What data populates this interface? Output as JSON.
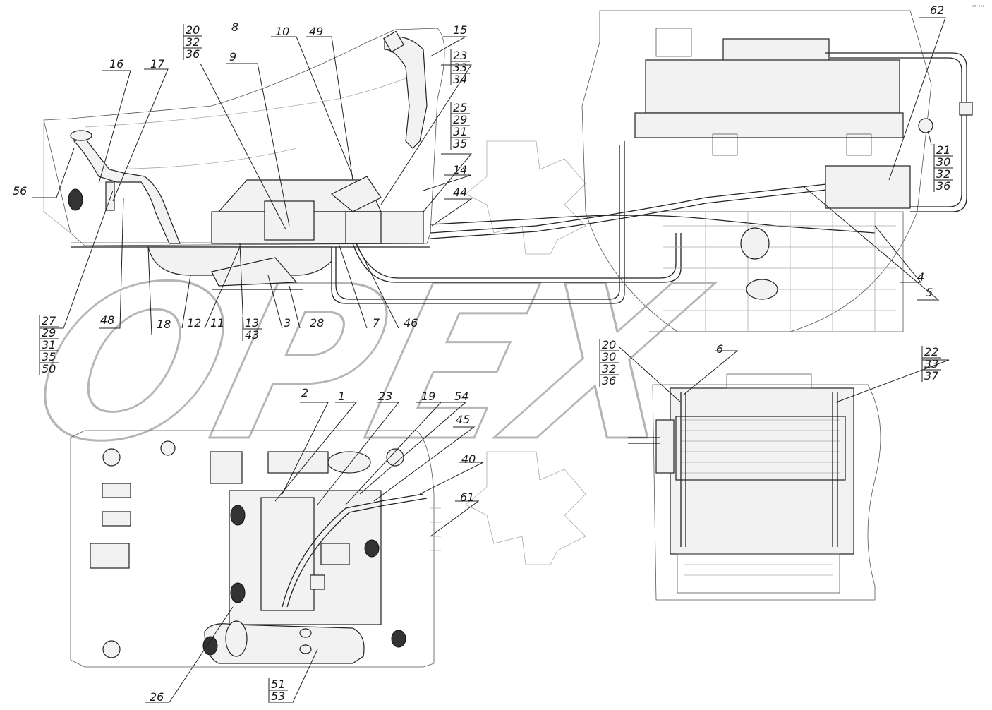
{
  "corner_mark": "ᵒᴼ ᵒᵒᵒ",
  "watermark": "OPEX",
  "callouts": [
    {
      "id": "c-16",
      "lines": [
        "16"
      ]
    },
    {
      "id": "c-17",
      "lines": [
        "17"
      ]
    },
    {
      "id": "c-20-32-36",
      "lines": [
        "20",
        "32",
        "36"
      ]
    },
    {
      "id": "c-8",
      "lines": [
        "8"
      ]
    },
    {
      "id": "c-9",
      "lines": [
        "9"
      ]
    },
    {
      "id": "c-10",
      "lines": [
        "10"
      ]
    },
    {
      "id": "c-49",
      "lines": [
        "49"
      ]
    },
    {
      "id": "c-15",
      "lines": [
        "15"
      ]
    },
    {
      "id": "c-23-33-34",
      "lines": [
        "23",
        "33",
        "34"
      ]
    },
    {
      "id": "c-25-29-31-35",
      "lines": [
        "25",
        "29",
        "31",
        "35"
      ]
    },
    {
      "id": "c-14",
      "lines": [
        "14"
      ]
    },
    {
      "id": "c-44",
      "lines": [
        "44"
      ]
    },
    {
      "id": "c-56",
      "lines": [
        "56"
      ]
    },
    {
      "id": "c-62",
      "lines": [
        "62"
      ]
    },
    {
      "id": "c-21-30-32-36",
      "lines": [
        "21",
        "30",
        "32",
        "36"
      ]
    },
    {
      "id": "c-4",
      "lines": [
        "4"
      ]
    },
    {
      "id": "c-5",
      "lines": [
        "5"
      ]
    },
    {
      "id": "c-27-29-31-35-50",
      "lines": [
        "27",
        "29",
        "31",
        "35",
        "50"
      ]
    },
    {
      "id": "c-48",
      "lines": [
        "48"
      ]
    },
    {
      "id": "c-18",
      "lines": [
        "18"
      ]
    },
    {
      "id": "c-12",
      "lines": [
        "12"
      ]
    },
    {
      "id": "c-11",
      "lines": [
        "11"
      ]
    },
    {
      "id": "c-13-43",
      "lines": [
        "13",
        "43"
      ]
    },
    {
      "id": "c-3",
      "lines": [
        "3"
      ]
    },
    {
      "id": "c-28",
      "lines": [
        "28"
      ]
    },
    {
      "id": "c-7",
      "lines": [
        "7"
      ]
    },
    {
      "id": "c-46",
      "lines": [
        "46"
      ]
    },
    {
      "id": "c-20-30-32-36",
      "lines": [
        "20",
        "30",
        "32",
        "36"
      ]
    },
    {
      "id": "c-6",
      "lines": [
        "6"
      ]
    },
    {
      "id": "c-22-33-37",
      "lines": [
        "22",
        "33",
        "37"
      ]
    },
    {
      "id": "c-2",
      "lines": [
        "2"
      ]
    },
    {
      "id": "c-1",
      "lines": [
        "1"
      ]
    },
    {
      "id": "c-23",
      "lines": [
        "23"
      ]
    },
    {
      "id": "c-19",
      "lines": [
        "19"
      ]
    },
    {
      "id": "c-54",
      "lines": [
        "54"
      ]
    },
    {
      "id": "c-45",
      "lines": [
        "45"
      ]
    },
    {
      "id": "c-40",
      "lines": [
        "40"
      ]
    },
    {
      "id": "c-61",
      "lines": [
        "61"
      ]
    },
    {
      "id": "c-26",
      "lines": [
        "26"
      ]
    },
    {
      "id": "c-51-53",
      "lines": [
        "51",
        "53"
      ]
    }
  ]
}
